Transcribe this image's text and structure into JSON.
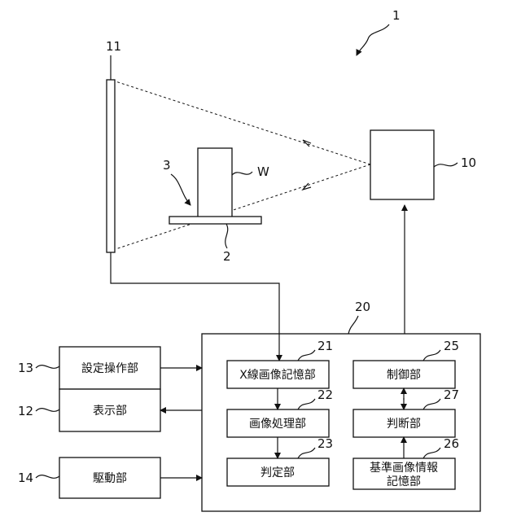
{
  "refs": {
    "device": "1",
    "detector": "11",
    "source": "10",
    "workpiece": "W",
    "holder": "3",
    "stage": "2",
    "controller": "20",
    "op_unit": "13",
    "display": "12",
    "drive": "14",
    "xray_store": "21",
    "img_proc": "22",
    "judge": "23",
    "control": "25",
    "decision": "27",
    "ref_store": "26"
  },
  "blocks": {
    "op_unit": "設定操作部",
    "display": "表示部",
    "drive": "駆動部",
    "xray_store": "X線画像記憶部",
    "img_proc": "画像処理部",
    "judge": "判定部",
    "control": "制御部",
    "decision": "判断部",
    "ref_store_line1": "基準画像情報",
    "ref_store_line2": "記憶部"
  }
}
